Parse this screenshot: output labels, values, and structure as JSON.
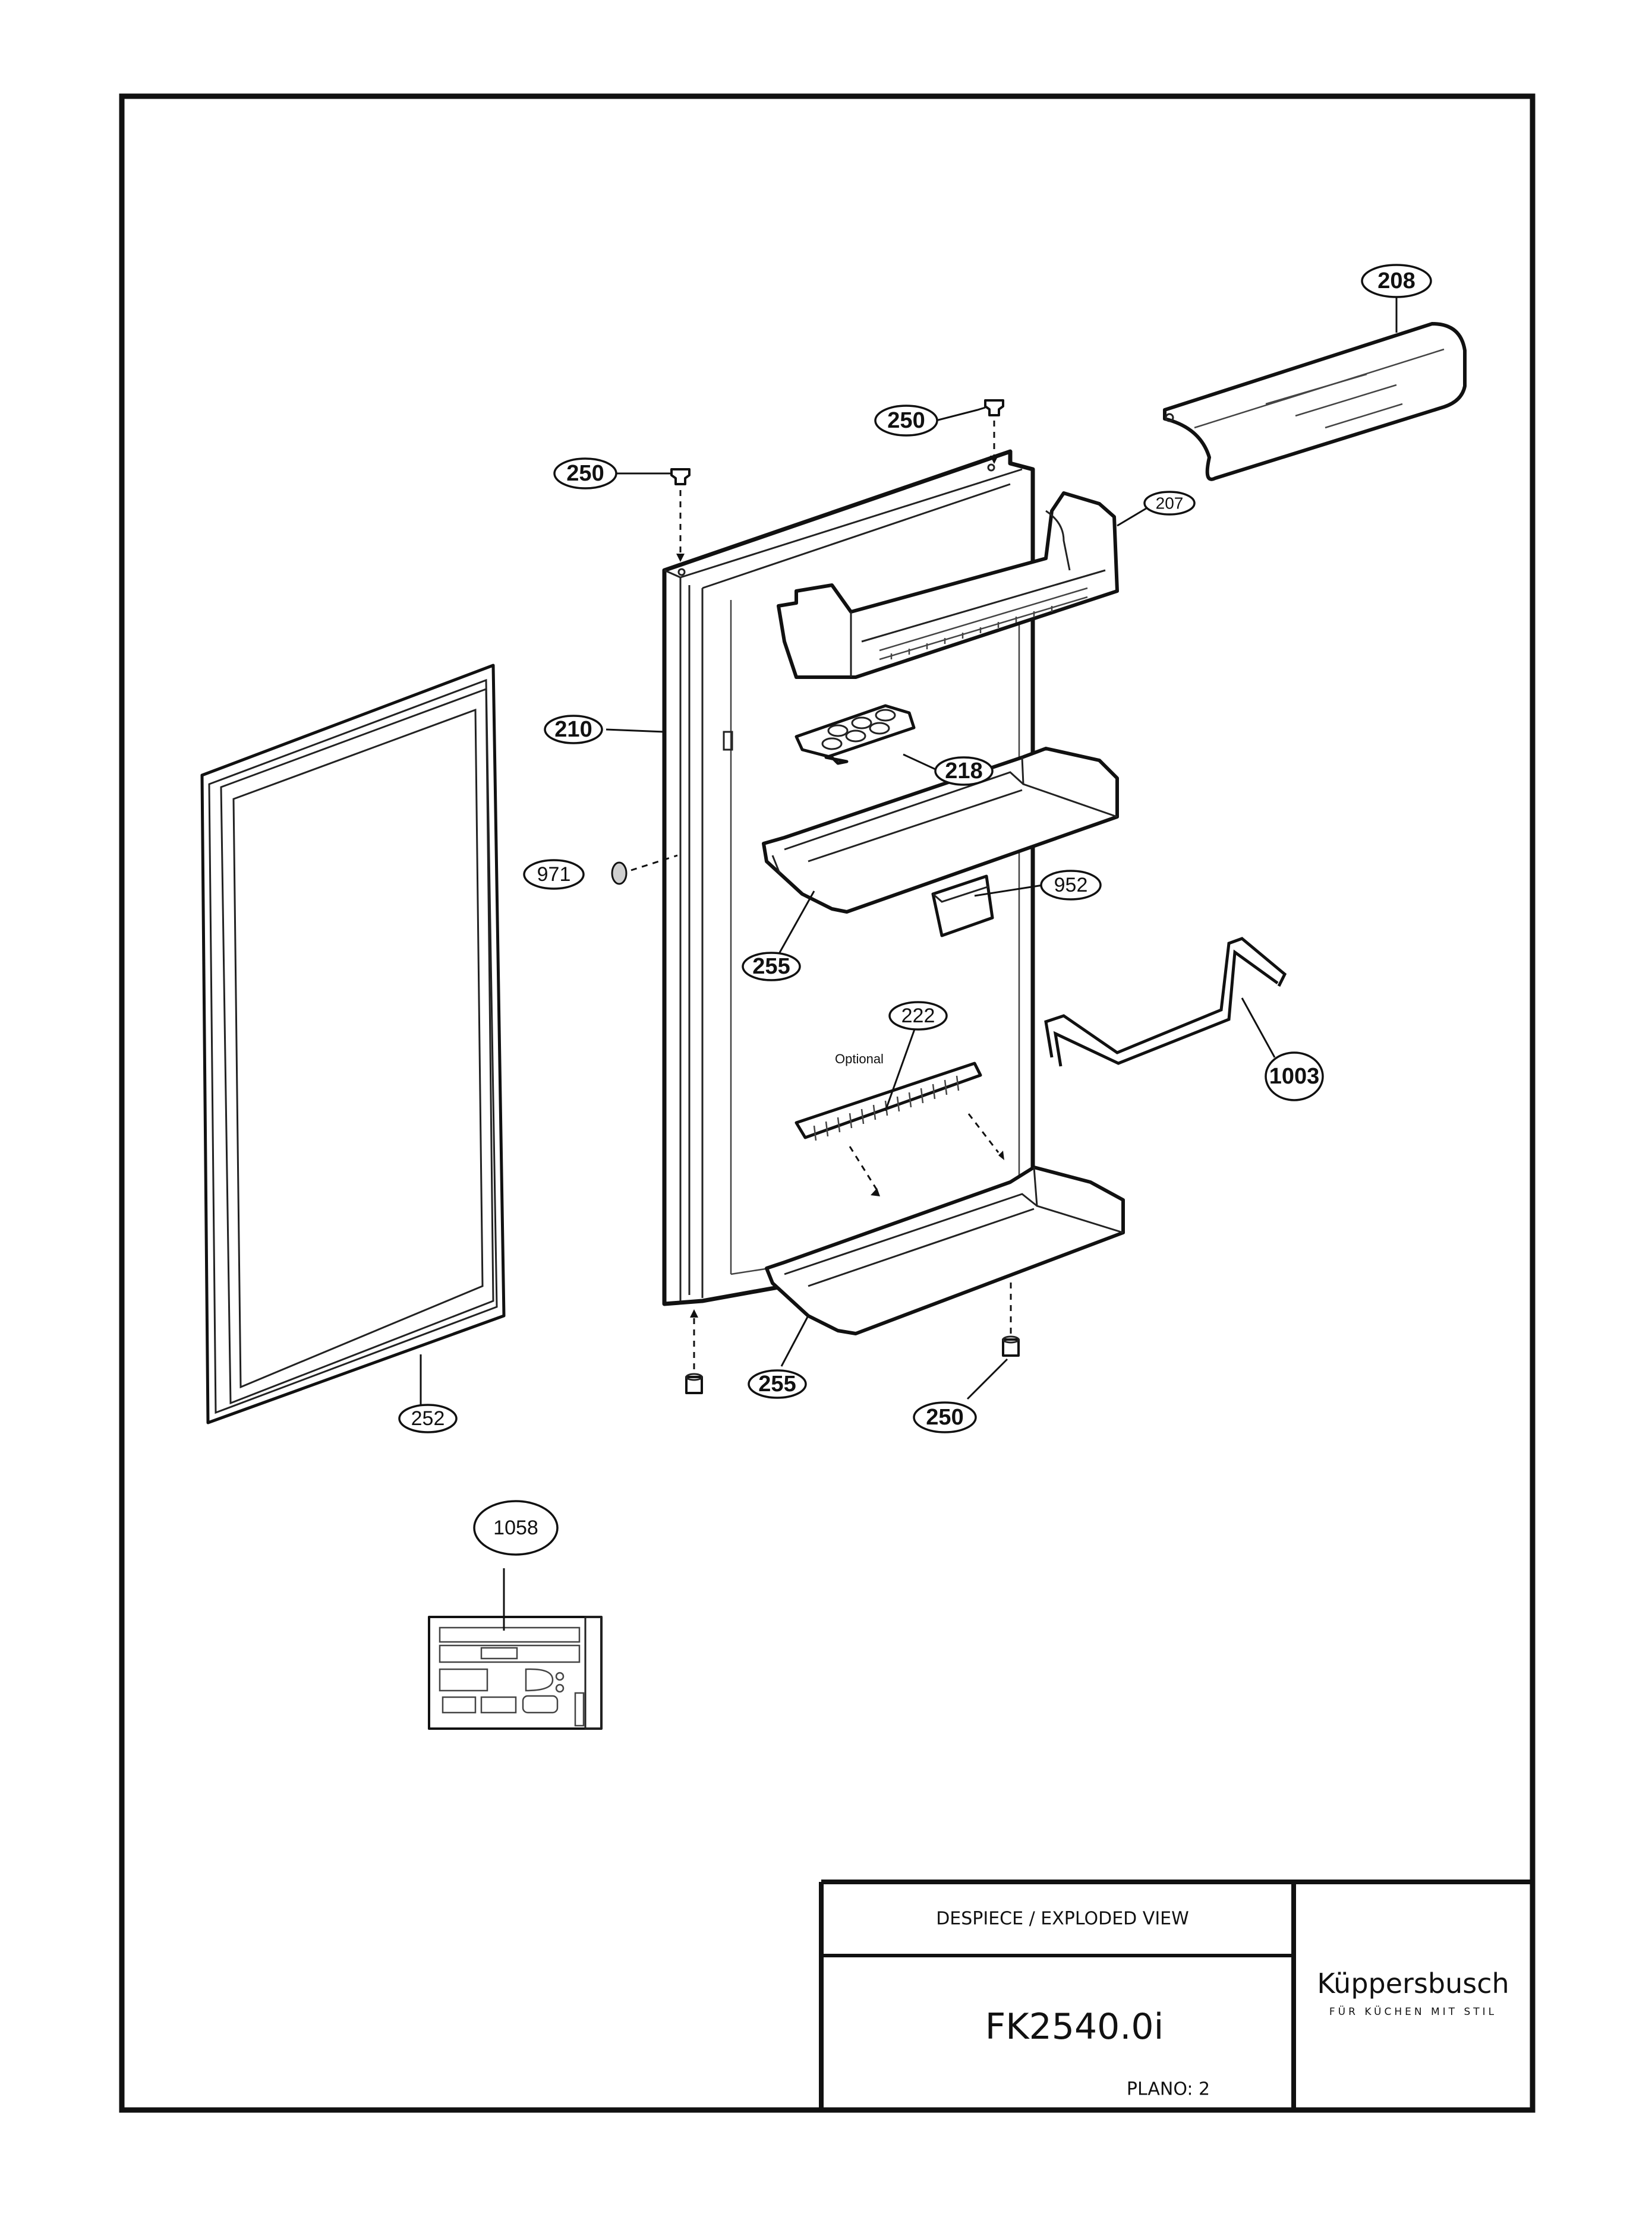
{
  "callouts": {
    "c208": "208",
    "c250_top_right": "250",
    "c250_top_left": "250",
    "c207": "207",
    "c210": "210",
    "c218": "218",
    "c971": "971",
    "c952": "952",
    "c255_mid": "255",
    "c222": "222",
    "c1003": "1003",
    "c255_bottom": "255",
    "c250_bottom": "250",
    "c252": "252",
    "c1058": "1058"
  },
  "notes": {
    "optional": "Optional"
  },
  "title_block": {
    "view_title": "DESPIECE / EXPLODED VIEW",
    "model": "FK2540.0i",
    "sheet": "PLANO: 2",
    "brand_name": "Küppersbusch",
    "brand_tagline": "FÜR KÜCHEN MIT STIL"
  }
}
